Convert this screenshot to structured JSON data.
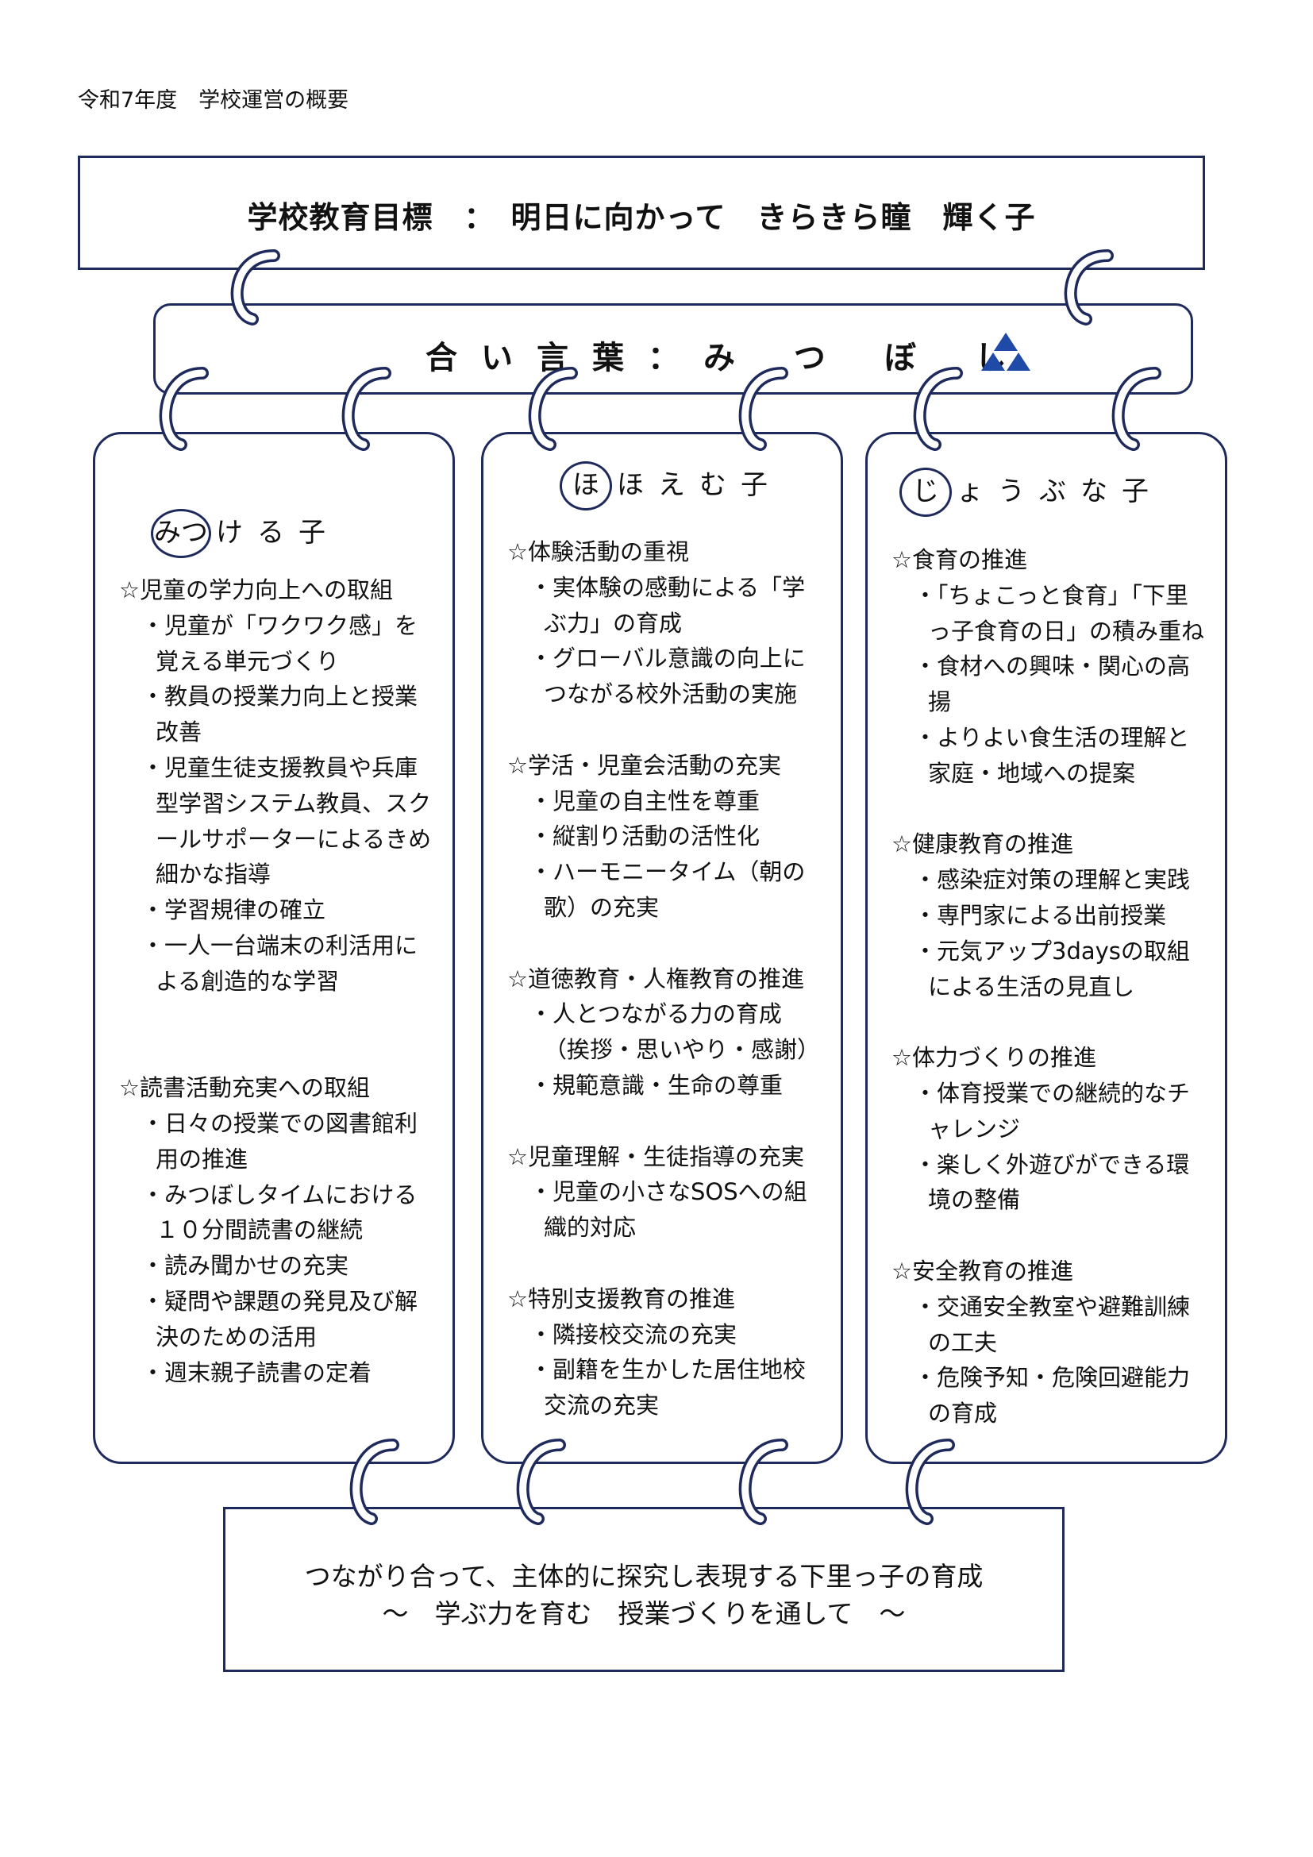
{
  "header_note": "令和7年度　学校運営の概要",
  "goal": "学校教育目標　：　明日に向かって　きらきら瞳　輝く子",
  "motto": {
    "text": "合い言葉：み つ ぼ し",
    "icon": "three-triangles-icon",
    "icon_color": "#1f4aa8"
  },
  "columns": [
    {
      "title_first": "み",
      "title_second": "つ",
      "title_rest": "ける子",
      "sections": [
        {
          "heading": "☆児童の学力向上への取組",
          "items": [
            "・児童が「ワクワク感」を覚える単元づくり",
            "・教員の授業力向上と授業改善",
            "・児童生徒支援教員や兵庫型学習システム教員、スクールサポーターによるきめ細かな指導",
            "・学習規律の確立",
            "・一人一台端末の利活用による創造的な学習"
          ]
        },
        {
          "heading": "☆読書活動充実への取組",
          "items": [
            "・日々の授業での図書館利用の推進",
            "・みつぼしタイムにおける１０分間読書の継続",
            "・読み聞かせの充実",
            "・疑問や課題の発見及び解決のための活用",
            "・週末親子読書の定着"
          ]
        }
      ]
    },
    {
      "title_first": "ほ",
      "title_rest": "ほえむ子",
      "sections": [
        {
          "heading": "☆体験活動の重視",
          "items": [
            "・実体験の感動による「学ぶ力」の育成",
            "・グローバル意識の向上につながる校外活動の実施"
          ]
        },
        {
          "heading": "☆学活・児童会活動の充実",
          "items": [
            "・児童の自主性を尊重",
            "・縦割り活動の活性化",
            "・ハーモニータイム（朝の歌）の充実"
          ]
        },
        {
          "heading": "☆道徳教育・人権教育の推進",
          "items": [
            "・人とつながる力の育成（挨拶・思いやり・感謝）",
            "・規範意識・生命の尊重"
          ]
        },
        {
          "heading": "☆児童理解・生徒指導の充実",
          "items": [
            "・児童の小さなSOSへの組織的対応"
          ]
        },
        {
          "heading": "☆特別支援教育の推進",
          "items": [
            "・隣接校交流の充実",
            "・副籍を生かした居住地校交流の充実"
          ]
        }
      ]
    },
    {
      "title_first": "じ",
      "title_rest": "ょうぶな子",
      "sections": [
        {
          "heading": "☆食育の推進",
          "items": [
            "・「ちょこっと食育」「下里っ子食育の日」の積み重ね",
            "・食材への興味・関心の高揚",
            "・よりよい食生活の理解と家庭・地域への提案"
          ]
        },
        {
          "heading": "☆健康教育の推進",
          "items": [
            "・感染症対策の理解と実践",
            "・専門家による出前授業",
            "・元気アップ3daysの取組による生活の見直し"
          ]
        },
        {
          "heading": "☆体力づくりの推進",
          "items": [
            "・体育授業での継続的なチャレンジ",
            "・楽しく外遊びができる環境の整備"
          ]
        },
        {
          "heading": "☆安全教育の推進",
          "items": [
            "・交通安全教室や避難訓練の工夫",
            "・危険予知・危険回避能力の育成"
          ]
        }
      ]
    }
  ],
  "footer": {
    "line1": "つながり合って、主体的に探究し表現する下里っ子の育成",
    "line2": "～　学ぶ力を育む　授業づくりを通して　～"
  },
  "colors": {
    "frame": "#1f2a5c",
    "text": "#111111"
  }
}
